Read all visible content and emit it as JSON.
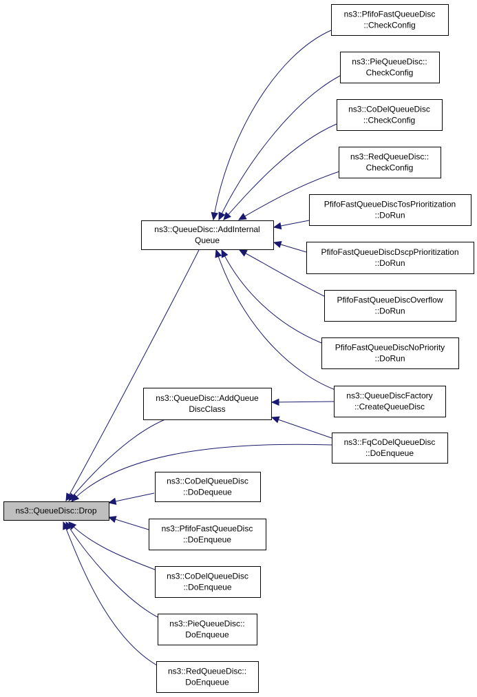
{
  "diagram": {
    "root": {
      "id": "drop",
      "lines": [
        "ns3::QueueDisc::Drop"
      ]
    },
    "nodes": [
      {
        "id": "addInternal",
        "lines": [
          "ns3::QueueDisc::AddInternal",
          "Queue"
        ]
      },
      {
        "id": "addQueueDisc",
        "lines": [
          "ns3::QueueDisc::AddQueue",
          "DiscClass"
        ]
      },
      {
        "id": "codelDeq",
        "lines": [
          "ns3::CoDelQueueDisc",
          "::DoDequeue"
        ]
      },
      {
        "id": "pfifoEnq",
        "lines": [
          "ns3::PfifoFastQueueDisc",
          "::DoEnqueue"
        ]
      },
      {
        "id": "codelEnq",
        "lines": [
          "ns3::CoDelQueueDisc",
          "::DoEnqueue"
        ]
      },
      {
        "id": "pieEnq",
        "lines": [
          "ns3::PieQueueDisc::",
          "DoEnqueue"
        ]
      },
      {
        "id": "redEnq",
        "lines": [
          "ns3::RedQueueDisc::",
          "DoEnqueue"
        ]
      },
      {
        "id": "pfifoCheck",
        "lines": [
          "ns3::PfifoFastQueueDisc",
          "::CheckConfig"
        ]
      },
      {
        "id": "pieCheck",
        "lines": [
          "ns3::PieQueueDisc::",
          "CheckConfig"
        ]
      },
      {
        "id": "codelCheck",
        "lines": [
          "ns3::CoDelQueueDisc",
          "::CheckConfig"
        ]
      },
      {
        "id": "redCheck",
        "lines": [
          "ns3::RedQueueDisc::",
          "CheckConfig"
        ]
      },
      {
        "id": "tosRun",
        "lines": [
          "PfifoFastQueueDiscTosPrioritization",
          "::DoRun"
        ]
      },
      {
        "id": "dscpRun",
        "lines": [
          "PfifoFastQueueDiscDscpPrioritization",
          "::DoRun"
        ]
      },
      {
        "id": "overflowRun",
        "lines": [
          "PfifoFastQueueDiscOverflow",
          "::DoRun"
        ]
      },
      {
        "id": "noPrioRun",
        "lines": [
          "PfifoFastQueueDiscNoPriority",
          "::DoRun"
        ]
      },
      {
        "id": "factory",
        "lines": [
          "ns3::QueueDiscFactory",
          "::CreateQueueDisc"
        ]
      },
      {
        "id": "fqEnq",
        "lines": [
          "ns3::FqCoDelQueueDisc",
          "::DoEnqueue"
        ]
      }
    ],
    "edges": [
      {
        "from": "addInternal",
        "to": "drop"
      },
      {
        "from": "addQueueDisc",
        "to": "drop"
      },
      {
        "from": "fqEnq",
        "to": "drop"
      },
      {
        "from": "codelDeq",
        "to": "drop"
      },
      {
        "from": "pfifoEnq",
        "to": "drop"
      },
      {
        "from": "codelEnq",
        "to": "drop"
      },
      {
        "from": "pieEnq",
        "to": "drop"
      },
      {
        "from": "redEnq",
        "to": "drop"
      },
      {
        "from": "pfifoCheck",
        "to": "addInternal"
      },
      {
        "from": "pieCheck",
        "to": "addInternal"
      },
      {
        "from": "codelCheck",
        "to": "addInternal"
      },
      {
        "from": "redCheck",
        "to": "addInternal"
      },
      {
        "from": "tosRun",
        "to": "addInternal"
      },
      {
        "from": "dscpRun",
        "to": "addInternal"
      },
      {
        "from": "overflowRun",
        "to": "addInternal"
      },
      {
        "from": "noPrioRun",
        "to": "addInternal"
      },
      {
        "from": "factory",
        "to": "addInternal"
      },
      {
        "from": "factory",
        "to": "addQueueDisc"
      },
      {
        "from": "fqEnq",
        "to": "addQueueDisc"
      }
    ],
    "colors": {
      "edge": "#191970",
      "root_fill": "#bfbfbf",
      "node_fill": "#ffffff",
      "border": "#000000"
    }
  }
}
